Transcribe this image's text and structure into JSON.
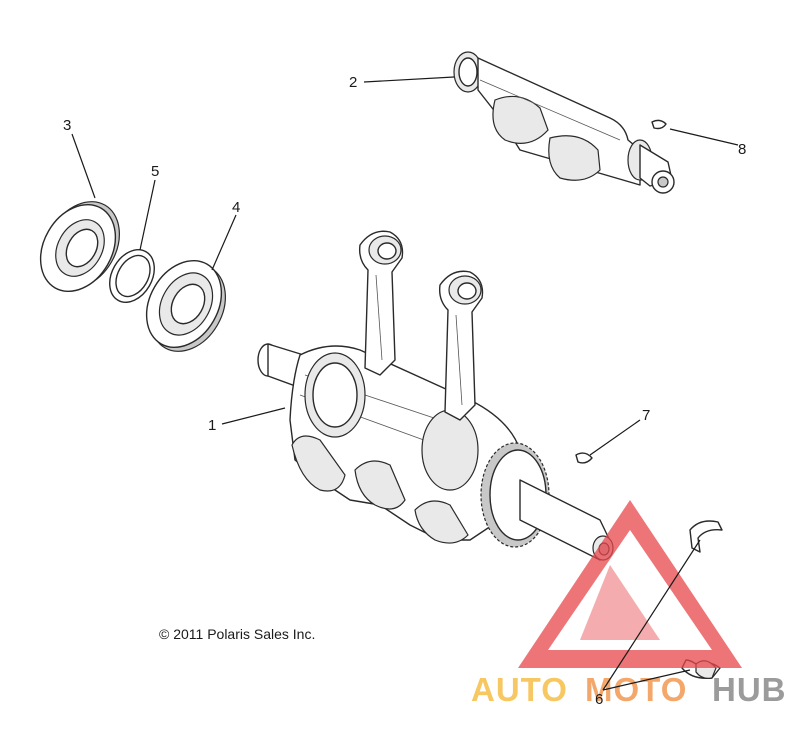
{
  "callouts": {
    "c1": "1",
    "c2": "2",
    "c3": "3",
    "c4": "4",
    "c5": "5",
    "c6": "6",
    "c7": "7",
    "c8": "8"
  },
  "copyright": "© 2011 Polaris Sales Inc.",
  "watermark": {
    "part1": "AUTO",
    "part2": "MOTO",
    "part3": "HUB",
    "colors": {
      "triangle": "#e8474c",
      "auto": "#f5b52e",
      "moto": "#f08a3a",
      "hub": "#7a7a7a"
    }
  }
}
